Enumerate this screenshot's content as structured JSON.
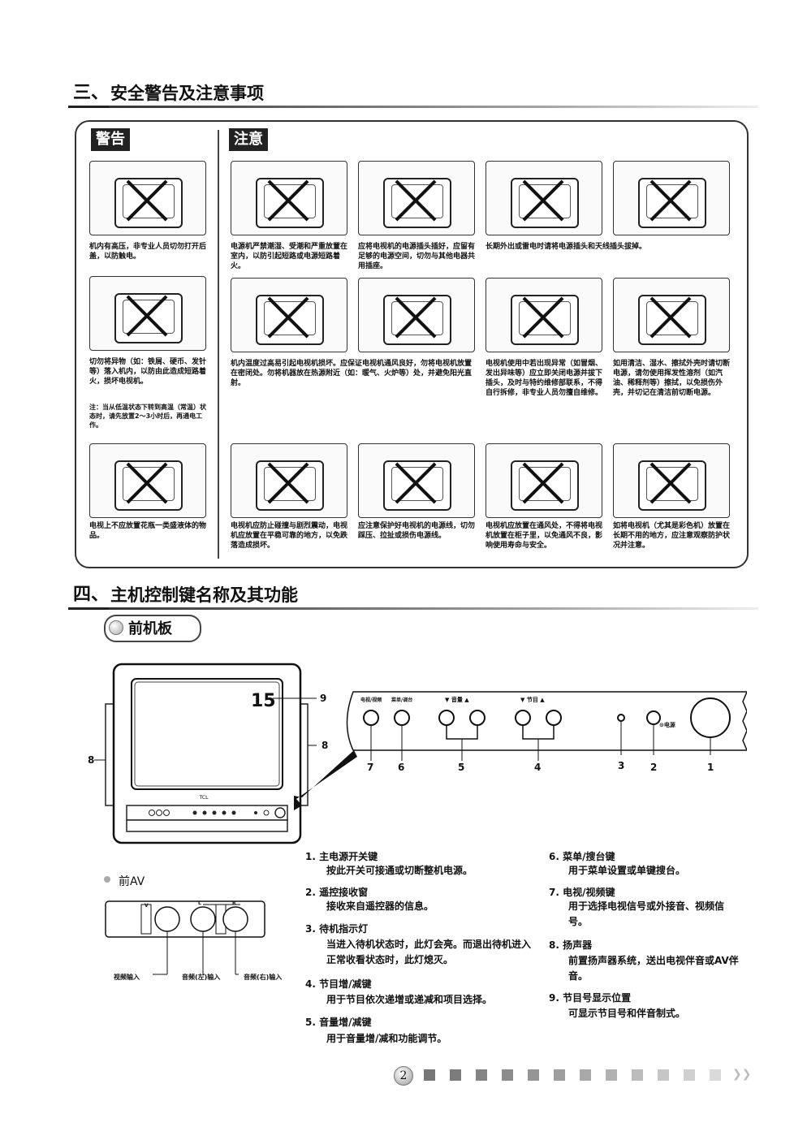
{
  "section3": {
    "number": "三、",
    "title": "安全警告及注意事项"
  },
  "warning_tag": "警告",
  "caution_tag": "注意",
  "warning_cards": [
    {
      "text": "机内有高压，非专业人员切勿打开后盖，以防触电。"
    },
    {
      "text": "切勿将异物（如：铁屑、硬币、发针等）落入机内，以防由此造成短路着火，损坏电视机。",
      "note": "注：当从低温状态下转到高温（常温）状态时，请先放置2～3小时后，再通电工作。"
    },
    {
      "text": "电视上不应放置花瓶一类盛液体的物品。"
    }
  ],
  "caution_cards": [
    {
      "text": "电源机严禁潮湿、受潮和严重放置在室内，以防引起短路或电源短路着火。"
    },
    {
      "text": "应将电视机的电源插头插好，应留有足够的电源空间，切勿与其他电器共用插座。"
    },
    {
      "text": "长期外出或雷电时请将电源插头和天线插头拔掉。"
    },
    {
      "text": "机内温度过高易引起电视机损坏。应保证电视机通风良好，勿将电视机放置在密闭处。勿将机器放在热源附近（如：暖气、火炉等）处，并避免阳光直射。"
    },
    {
      "text": "电视机使用中若出现异常（如冒烟、发出异味等）应立即关闭电源并拔下插头，及时与特约维修部联系，不得自行拆修，非专业人员勿擅自维修。"
    },
    {
      "text": "如用清洁、湿水、擦拭外壳时请切断电源，请勿使用挥发性溶剂（如汽油、稀释剂等）擦拭，以免损伤外壳，并切记在清洁前切断电源。"
    },
    {
      "text": "电视机应防止碰撞与剧烈震动，电视机应放置在平稳可靠的地方，以免跌落造成损坏。"
    },
    {
      "text": "应注意保护好电视机的电源线，切勿踩压、拉扯或损伤电源线。"
    },
    {
      "text": "电视机应放置在通风处，不得将电视机放置在柜子里，以免通风不良，影响使用寿命与安全。"
    },
    {
      "text": "如将电视机（尤其是彩色机）放置在长期不用的地方，应注意观察防护状况并注意。"
    }
  ],
  "section4": {
    "number": "四、",
    "title": "主机控制键名称及其功能"
  },
  "front_panel": {
    "title": "前机板"
  },
  "tv": {
    "channel": "15",
    "brand": "TCL"
  },
  "control_panel": {
    "top_labels": [
      "电视/视频",
      "菜单/调台",
      "▼ 音量 ▲",
      "▼ 节目 ▲",
      "⊙电源"
    ],
    "numbers": [
      "7",
      "6",
      "5",
      "4",
      "3",
      "2",
      "1"
    ],
    "side_numbers": [
      "9",
      "8",
      "8"
    ]
  },
  "av": {
    "title": "前AV",
    "labels": [
      "视频输入",
      "音频(左)输入",
      "音频(右)输入"
    ],
    "jack_marks": [
      "V",
      "L",
      "R"
    ]
  },
  "items": [
    {
      "head": "1. 主电源开关键",
      "desc": "按此开关可接通或切断整机电源。"
    },
    {
      "head": "2. 遥控接收窗",
      "desc": "接收来自遥控器的信息。"
    },
    {
      "head": "3. 待机指示灯",
      "desc": "当进入待机状态时，此灯会亮。而退出待机进入正常收看状态时，此灯熄灭。"
    },
    {
      "head": "4. 节目增/减键",
      "desc": "用于节目依次递增或递减和项目选择。"
    },
    {
      "head": "5. 音量增/减键",
      "desc": "用于音量增/减和功能调节。"
    },
    {
      "head": "6. 菜单/搜台键",
      "desc": "用于菜单设置或单键搜台。"
    },
    {
      "head": "7. 电视/视频键",
      "desc": "用于选择电视信号或外接音、视频信号。"
    },
    {
      "head": "8. 扬声器",
      "desc": "前置扬声器系统，送出电视伴音或AV伴音。"
    },
    {
      "head": "9. 节目号显示位置",
      "desc": "可显示节目号和伴音制式。"
    }
  ],
  "page_number": "2"
}
